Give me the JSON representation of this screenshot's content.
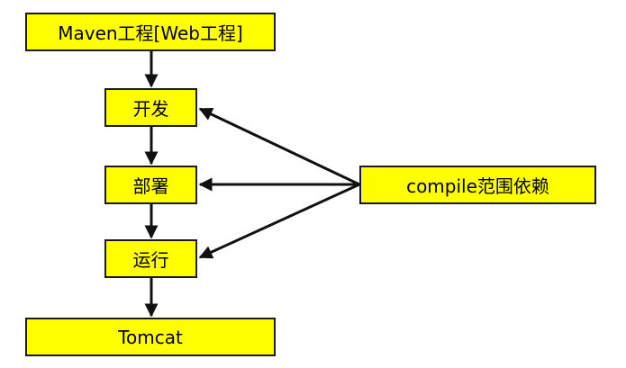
{
  "diagram": {
    "nodes": {
      "maven": "Maven工程[Web工程]",
      "develop": "开发",
      "deploy": "部署",
      "run": "运行",
      "tomcat": "Tomcat",
      "compile": "compile范围依赖"
    },
    "edges": [
      {
        "from": "maven",
        "to": "develop"
      },
      {
        "from": "develop",
        "to": "deploy"
      },
      {
        "from": "deploy",
        "to": "run"
      },
      {
        "from": "run",
        "to": "tomcat"
      },
      {
        "from": "compile",
        "to": "develop"
      },
      {
        "from": "compile",
        "to": "deploy"
      },
      {
        "from": "compile",
        "to": "run"
      }
    ],
    "colors": {
      "node_fill": "#ffff00",
      "node_border": "#1a1a1a",
      "arrow": "#111111"
    }
  }
}
